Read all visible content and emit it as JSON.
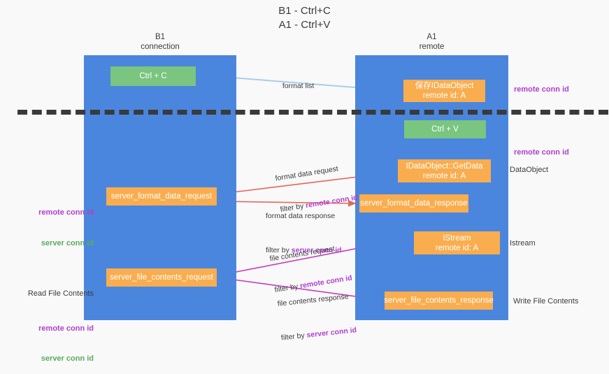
{
  "title": "B1 - Ctrl+C\nA1 - Ctrl+V",
  "columns": {
    "left": {
      "name": "B1",
      "role": "connection",
      "header": "B1\nconnection"
    },
    "right": {
      "name": "A1",
      "role": "remote",
      "header": "A1\nremote"
    }
  },
  "colors": {
    "lane": "#4a86dd",
    "node_green": "#7ac57f",
    "node_orange": "#f9ad4e",
    "accent_purple": "#b03fd0",
    "accent_green": "#5aab5f",
    "arrow_blue": "#a8cdeb",
    "arrow_red": "#e8655a",
    "arrow_black": "#222222",
    "arrow_magenta": "#c93bc0",
    "background": "#f9f9f9",
    "divider": "#3a3a3a"
  },
  "nodes": {
    "ctrl_c": "Ctrl + C",
    "idataobject": "保存IDataObject\nremote id: A",
    "ctrl_v": "Ctrl + V",
    "getdata": "IDataObject::GetData\nremote id: A",
    "server_format_data_request": "server_format_data_request",
    "server_format_data_response": "server_format_data_response",
    "istream": "IStream\nremote id: A",
    "server_file_contents_request": "server_file_contents_request",
    "server_file_contents_response": "server_file_contents_response"
  },
  "edge_labels": {
    "format_list": "format list",
    "format_data_request": "format data request",
    "format_data_request_filter_prefix": "filter by ",
    "format_data_request_filter_key": "remote conn id",
    "format_data_response": "format data response",
    "format_data_response_filter_prefix": "filter by ",
    "format_data_response_filter_key": "server conn id",
    "file_contents_request": "file contents request",
    "file_contents_request_filter_prefix": "filter by ",
    "file_contents_request_filter_key": "remote conn id",
    "file_contents_response": "file contents response",
    "file_contents_response_filter_prefix": "filter by ",
    "file_contents_response_filter_key": "server conn id"
  },
  "annotations": {
    "right_remote_conn_id_top": "remote conn id",
    "right_remote_conn_id_mid": "remote conn id",
    "right_dataobject": "DataObject",
    "right_istream": "Istream",
    "right_write_file_contents": "Write File Contents",
    "left_remote_conn_id_mid": "remote conn id",
    "left_server_conn_id_mid": "server conn id",
    "left_read_file_contents": "Read File Contents",
    "left_remote_conn_id_bottom": "remote conn id",
    "left_server_conn_id_bottom": "server conn id"
  }
}
